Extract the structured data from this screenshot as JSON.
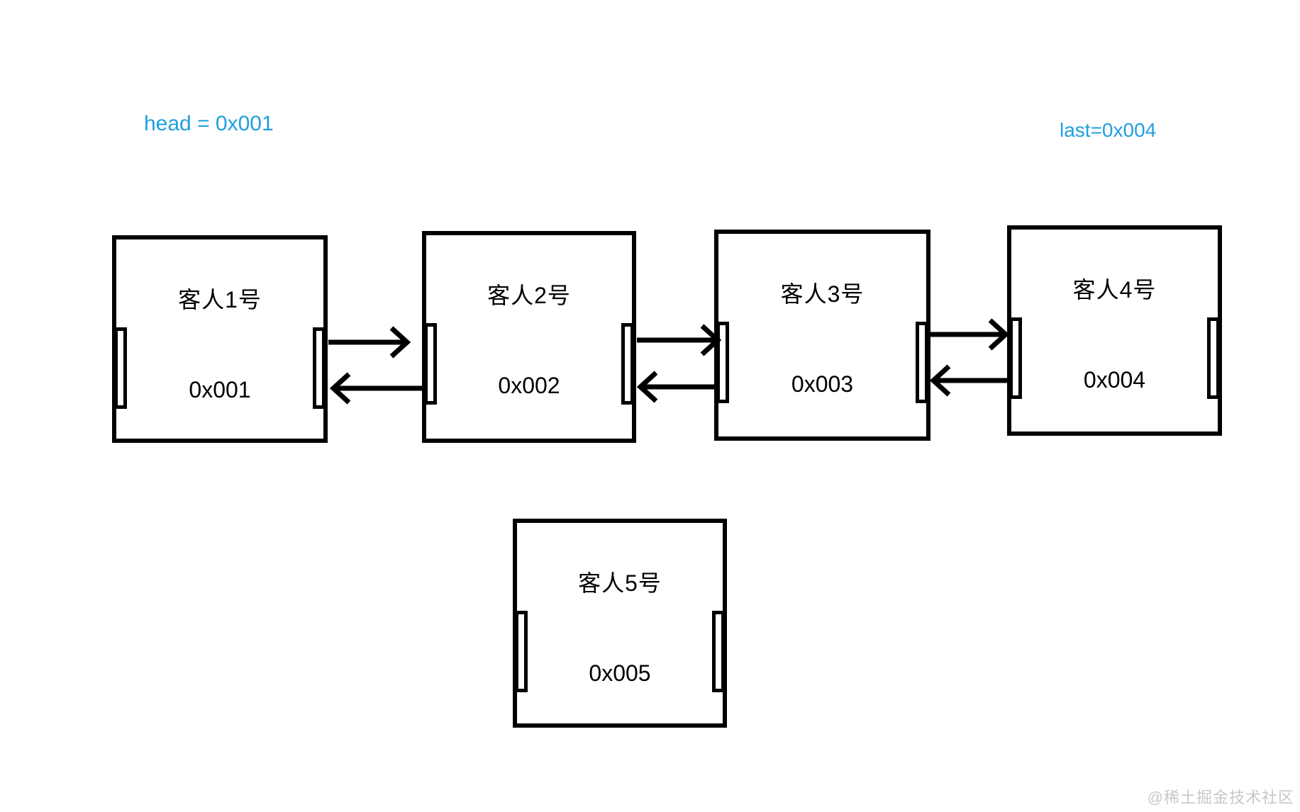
{
  "pointers": {
    "head_label": "head = 0x001",
    "last_label": "last=0x004"
  },
  "nodes": [
    {
      "title": "客人1号",
      "address": "0x001"
    },
    {
      "title": "客人2号",
      "address": "0x002"
    },
    {
      "title": "客人3号",
      "address": "0x003"
    },
    {
      "title": "客人4号",
      "address": "0x004"
    },
    {
      "title": "客人5号",
      "address": "0x005"
    }
  ],
  "watermark": "@稀土掘金技术社区",
  "colors": {
    "accent_blue": "#1F9FDF",
    "line_black": "#000000",
    "watermark_gray": "#C8C8C8"
  }
}
